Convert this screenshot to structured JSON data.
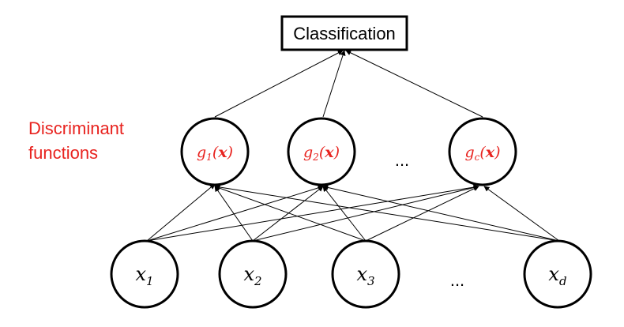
{
  "classification": {
    "label": "Classification"
  },
  "side_label": {
    "line1": "Discriminant",
    "line2": "functions"
  },
  "colors": {
    "accent": "#e8231f",
    "stroke": "#000000"
  },
  "discriminants": [
    {
      "name": "g",
      "sub": "1",
      "open": "(",
      "arg": "x",
      "close": ")"
    },
    {
      "name": "g",
      "sub": "2",
      "open": "(",
      "arg": "x",
      "close": ")"
    },
    {
      "name": "g",
      "sub": "c",
      "open": "(",
      "arg": "x",
      "close": ")"
    }
  ],
  "inputs": [
    {
      "name": "x",
      "sub": "1"
    },
    {
      "name": "x",
      "sub": "2"
    },
    {
      "name": "x",
      "sub": "3"
    },
    {
      "name": "x",
      "sub": "d"
    }
  ],
  "ellipsis": {
    "middle": "...",
    "bottom": "..."
  }
}
